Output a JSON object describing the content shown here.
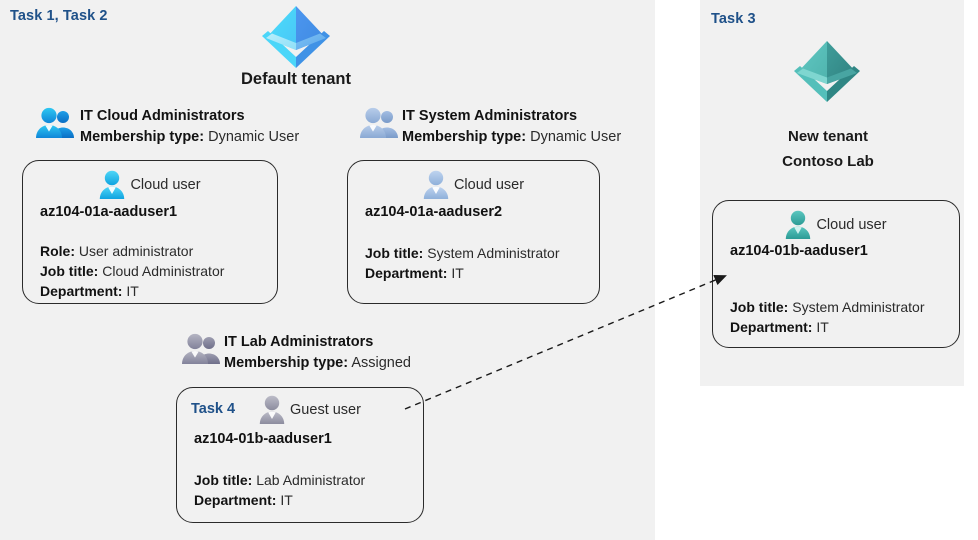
{
  "panels": {
    "left": {
      "task_tag": "Task 1, Task 2"
    },
    "right": {
      "task_tag": "Task 3"
    }
  },
  "tenants": [
    {
      "icon": "azure-ad-tenant-icon",
      "label": "Default tenant",
      "color": "#49c5f6"
    },
    {
      "icon": "azure-ad-tenant-icon",
      "label_line1": "New  tenant",
      "label_line2": "Contoso Lab",
      "color": "#4fb3ad"
    }
  ],
  "groups": [
    {
      "icon": "group-users-icon",
      "name": "IT Cloud Administrators",
      "membership_label": "Membership type:",
      "membership_value": "Dynamic User",
      "icon_color": "#13a4e8"
    },
    {
      "icon": "group-users-icon",
      "name": "IT System Administrators",
      "membership_label": "Membership type:",
      "membership_value": "Dynamic User",
      "icon_color": "#9fbade"
    },
    {
      "icon": "group-users-icon",
      "name": "IT Lab Administrators",
      "membership_label": "Membership type:",
      "membership_value": "Assigned",
      "icon_color": "#9a9aae"
    }
  ],
  "cards": [
    {
      "user_icon": "cloud-user-icon",
      "user_type": "Cloud user",
      "icon_color": "#2cc0f0",
      "username": "az104-01a-aaduser1",
      "task_tag": "",
      "attributes": [
        {
          "label": "Role:",
          "value": "User administrator"
        },
        {
          "label": "Job title:",
          "value": "Cloud Administrator"
        },
        {
          "label": "Department:",
          "value": "IT"
        }
      ]
    },
    {
      "user_icon": "cloud-user-icon",
      "user_type": "Cloud user",
      "icon_color": "#a8c0e0",
      "username": "az104-01a-aaduser2",
      "task_tag": "",
      "attributes": [
        {
          "label": "Job title:",
          "value": "System Administrator"
        },
        {
          "label": "Department:",
          "value": "IT"
        }
      ]
    },
    {
      "user_icon": "guest-user-icon",
      "user_type": "Guest user",
      "icon_color": "#a5a5b4",
      "username": "az104-01b-aaduser1",
      "task_tag": "Task 4",
      "attributes": [
        {
          "label": "Job title:",
          "value": "Lab Administrator"
        },
        {
          "label": "Department:",
          "value": "IT"
        }
      ]
    },
    {
      "user_icon": "cloud-user-icon",
      "user_type": "Cloud user",
      "icon_color": "#3aada6",
      "username": "az104-01b-aaduser1",
      "task_tag": "",
      "attributes": [
        {
          "label": "Job title:",
          "value": "System Administrator"
        },
        {
          "label": "Department:",
          "value": "IT"
        }
      ]
    }
  ],
  "connector": {
    "type": "dashed-arrow",
    "from": "guest-user-card",
    "to": "new-tenant-cloud-user-card"
  },
  "colors": {
    "panel_background": "#f1f1f1",
    "page_background": "#ffffff",
    "task_tag": "#1f5189",
    "card_border": "#2b2b2b",
    "text": "#121212"
  }
}
